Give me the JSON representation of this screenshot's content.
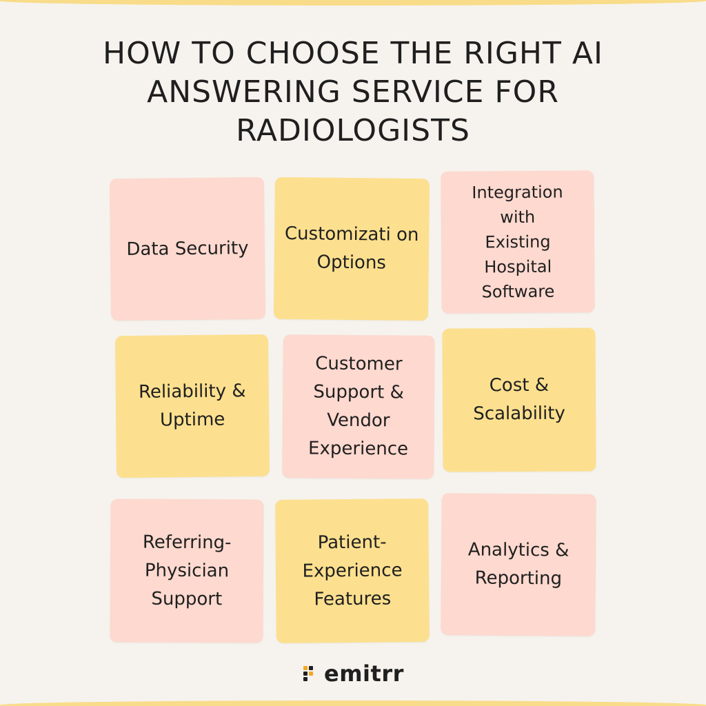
{
  "title": "HOW TO CHOOSE THE RIGHT AI ANSWERING SERVICE FOR RADIOLOGISTS",
  "cards": [
    {
      "label": "Data Security",
      "color": "#fdd9cf"
    },
    {
      "label": "Customizati on Options",
      "color": "#fce08f"
    },
    {
      "label": "Integration with Existing Hospital Software",
      "color": "#fdd9cf"
    },
    {
      "label": "Reliability & Uptime",
      "color": "#fce08f"
    },
    {
      "label": "Customer Support & Vendor Experience",
      "color": "#fdd9cf"
    },
    {
      "label": "Cost & Scalability",
      "color": "#fce08f"
    },
    {
      "label": "Referring-Physician Support",
      "color": "#fdd9cf"
    },
    {
      "label": "Patient-Experience Features",
      "color": "#fce08f"
    },
    {
      "label": "Analytics & Reporting",
      "color": "#fdd9cf"
    }
  ],
  "brand": {
    "name": "emitrr",
    "accent": "#f5a623"
  }
}
